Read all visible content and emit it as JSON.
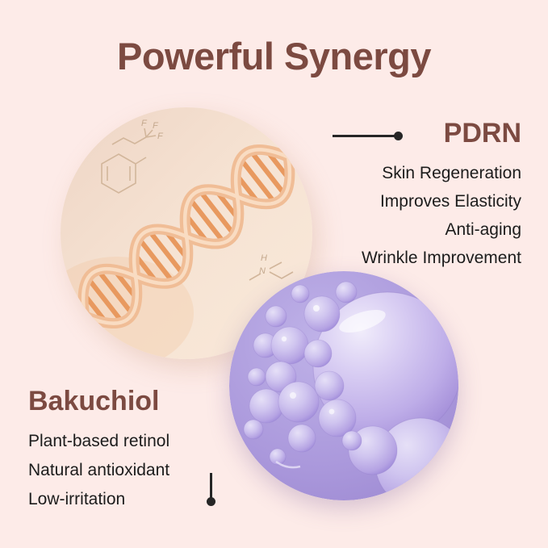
{
  "page": {
    "title": "Powerful Synergy",
    "background_color": "#fdebe8",
    "accent_color": "#7c4a41",
    "text_color": "#1c1c1c",
    "connector_color": "#262626"
  },
  "pdrn": {
    "heading": "PDRN",
    "benefits": [
      "Skin Regeneration",
      "Improves Elasticity",
      "Anti-aging",
      "Wrinkle Improvement"
    ]
  },
  "bakuchiol": {
    "heading": "Bakuchiol",
    "benefits": [
      "Plant-based retinol",
      "Natural antioxidant",
      "Low-irritation"
    ]
  },
  "dna_circle": {
    "description": "peach DNA double helix illustration with chemical structure sketches",
    "strand_color": "#f0bd96",
    "rung_color": "#e8995f",
    "labels": {
      "f1": "F",
      "f2": "F",
      "f3": "F",
      "h": "H",
      "n": "N"
    }
  },
  "bubbles_circle": {
    "description": "purple oil bubbles macro illustration",
    "base_color": "#ab99dc"
  }
}
